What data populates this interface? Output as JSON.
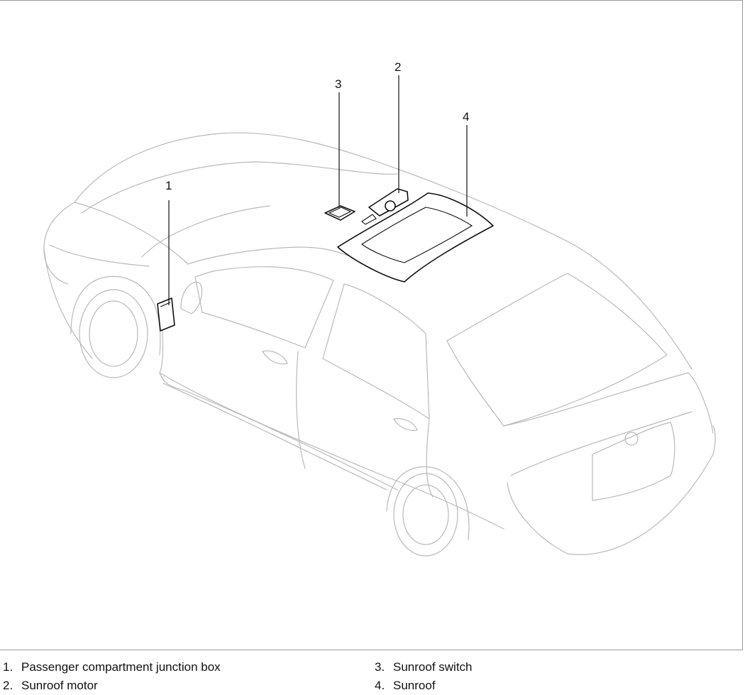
{
  "callouts": [
    {
      "id": "1",
      "label": "1"
    },
    {
      "id": "2",
      "label": "2"
    },
    {
      "id": "3",
      "label": "3"
    },
    {
      "id": "4",
      "label": "4"
    }
  ],
  "legend": [
    {
      "number": "1.",
      "text": "Passenger compartment junction box"
    },
    {
      "number": "2.",
      "text": "Sunroof motor"
    },
    {
      "number": "3.",
      "text": "Sunroof switch"
    },
    {
      "number": "4.",
      "text": "Sunroof"
    }
  ],
  "colors": {
    "outline": "#b9b9b9",
    "component": "#111111"
  }
}
